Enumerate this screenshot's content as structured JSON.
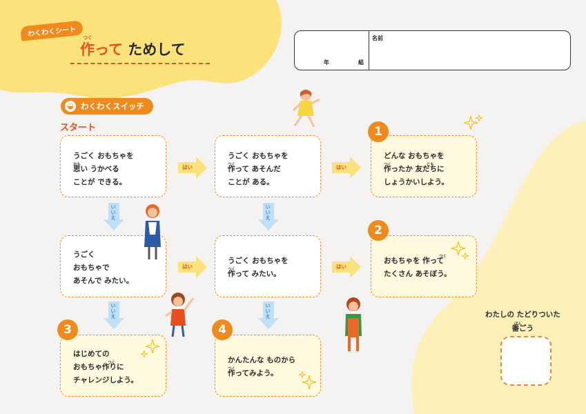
{
  "header": {
    "tag": "わくわくシート",
    "title_accent": "作って",
    "title_ruby": "つく",
    "title_rest": "ためして"
  },
  "name_box": {
    "year_label": "年",
    "class_label": "組",
    "name_label": "名前"
  },
  "switch_badge": "わくわくスイッチ",
  "start_label": "スタート",
  "cards": {
    "c1": [
      "うごく おもちゃを",
      "思い うかべる",
      "ことが できる。"
    ],
    "c2": [
      "うごく おもちゃを",
      "作って あそんだ",
      "ことが ある。"
    ],
    "c3": [
      "どんな おもちゃを",
      "作ったか 友だちに",
      "しょうかいしよう。"
    ],
    "c4": [
      "うごく",
      "おもちゃで",
      "あそんで みたい。"
    ],
    "c5": [
      "うごく おもちゃを",
      "作って みたい。"
    ],
    "c6": [
      "おもちゃを 作って",
      "たくさん あそぼう。"
    ],
    "c7": [
      "はじめての",
      "おもちゃ作りに",
      "チャレンジしよう。"
    ],
    "c8": [
      "かんたんな ものから",
      "作ってみよう。"
    ]
  },
  "rubies": {
    "omoi": "おも",
    "tsuku": "つく",
    "tomo": "とも",
    "ban": "ばん"
  },
  "yes_label": "はい",
  "no_label": "いいえ",
  "numbers": [
    "1",
    "2",
    "3",
    "4"
  ],
  "goal": {
    "line1": "わたしの たどりついた",
    "line2": "番ごう"
  },
  "colors": {
    "orange": "#f08a1c",
    "red": "#e8501e",
    "yellow": "#fbe27a",
    "blue": "#9fd0f2"
  }
}
